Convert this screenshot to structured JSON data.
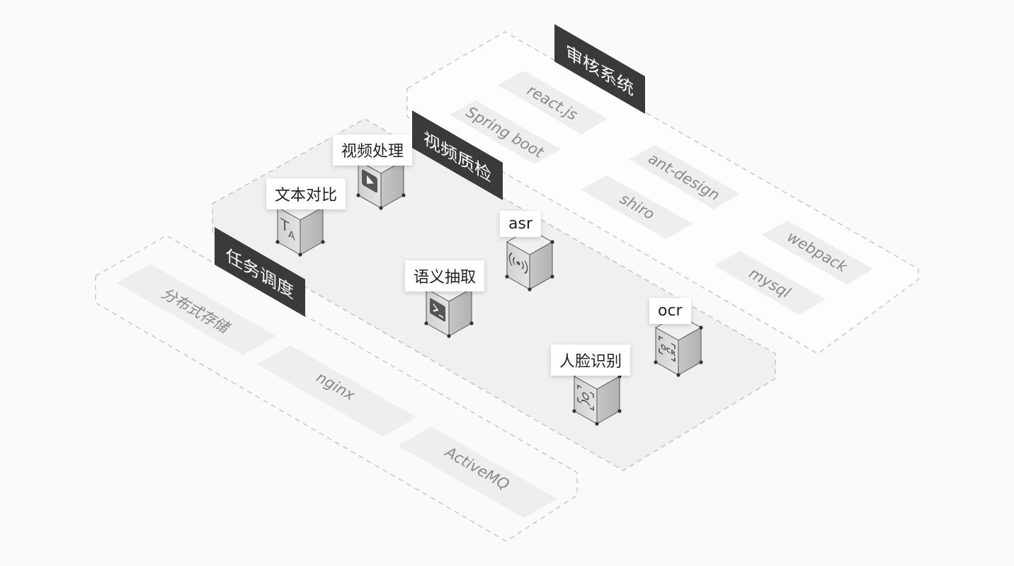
{
  "platforms": {
    "task_scheduling": {
      "label": "任务调度",
      "items": [
        "分布式存储",
        "nginx",
        "ActiveMQ"
      ]
    },
    "video_qc": {
      "label": "视频质检",
      "services": {
        "text_compare": "文本对比",
        "video_processing": "视频处理",
        "semantic_extraction": "语义抽取",
        "asr": "asr",
        "ocr": "ocr",
        "face_recognition": "人脸识别"
      }
    },
    "review_system": {
      "label": "审核系统",
      "items": [
        "react.js",
        "Spring boot",
        "ant-design",
        "shiro",
        "webpack",
        "mysql"
      ]
    }
  },
  "icons": {
    "text_compare": "text-compare-icon",
    "video_processing": "video-play-icon",
    "semantic_extraction": "semantic-extract-icon",
    "asr": "audio-wave-icon",
    "ocr": "ocr-scan-icon",
    "face_recognition": "face-scan-icon"
  },
  "colors": {
    "background": "#fafafa",
    "platform_fill": "#eef0f2",
    "tile_fill": "#eceef0",
    "label_dark": "#3a3a3a",
    "tile_text": "#888888"
  }
}
